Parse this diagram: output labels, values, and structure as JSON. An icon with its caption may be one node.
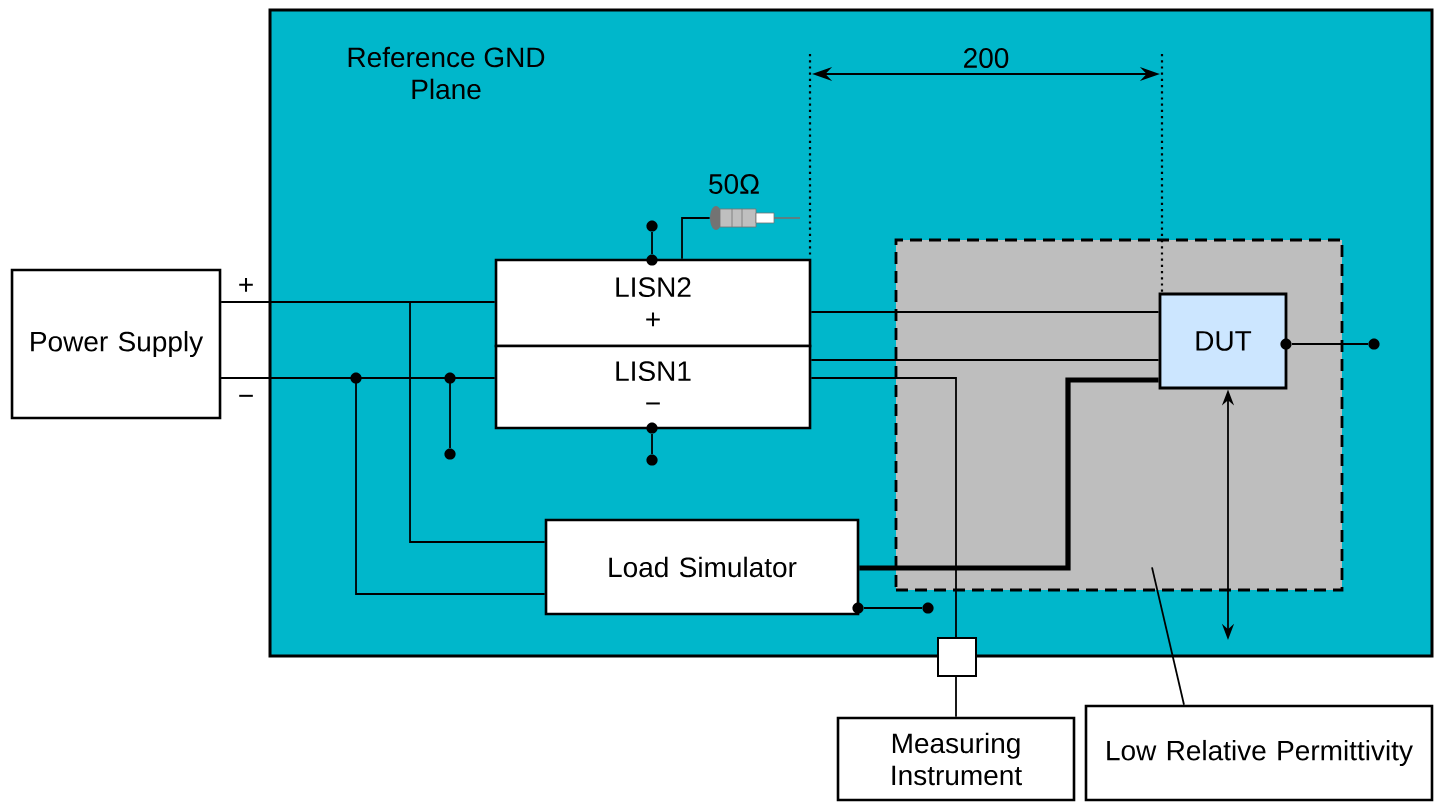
{
  "diagram": {
    "nodes": [
      {
        "text": [
          "Power Supply"
        ]
      },
      {
        "text": [
          "Reference GND Plane"
        ]
      },
      {
        "text": [],
        "shape": "picture",
        "in": 1,
        "beside": [
          "50Ω"
        ]
      },
      {
        "text": [
          "LISN2",
          "+"
        ],
        "in": 1
      },
      {
        "text": [
          "LISN1",
          "−"
        ],
        "in": 1
      },
      {
        "text": [],
        "shape": "box",
        "in": 1
      },
      {
        "text": [
          "DUT"
        ],
        "in": 5
      },
      {
        "text": [
          "Load Simulator"
        ],
        "in": 1
      },
      {
        "text": [],
        "shape": "box"
      },
      {
        "text": [
          "Measuring Instrument"
        ]
      },
      {
        "text": [
          "Low Relative Permittivity"
        ]
      },
      {
        "text": [],
        "shape": "circle",
        "in": 1
      },
      {
        "text": [],
        "shape": "circle",
        "in": 1
      },
      {
        "text": [],
        "shape": "circle",
        "in": 1
      },
      {
        "text": [],
        "shape": "circle",
        "in": 1
      },
      {
        "text": [],
        "shape": "circle",
        "in": 1
      },
      {
        "text": [],
        "shape": "circle",
        "in": 5
      },
      {
        "text": [],
        "shape": "circle",
        "in": 1
      },
      {
        "text": [],
        "shape": "circle",
        "in": 1
      },
      {
        "text": [],
        "shape": "circle",
        "in": 1
      }
    ],
    "edges": [
      {
        "from": 0,
        "to": 3,
        "arrow": "none"
      },
      {
        "from": 0,
        "to": 7,
        "arrow": "none"
      },
      {
        "from": 0,
        "to": 4,
        "arrow": "none"
      },
      {
        "from": 0,
        "to": 7,
        "arrow": "none"
      },
      {
        "from": 0,
        "to": 15,
        "arrow": "none"
      },
      {
        "from": 12,
        "to": 11,
        "arrow": "none"
      },
      {
        "from": 13,
        "to": 14,
        "arrow": "none"
      },
      {
        "from": 3,
        "to": 2,
        "arrow": "none"
      },
      {
        "from": 3,
        "to": 6,
        "arrow": "none"
      },
      {
        "from": 4,
        "to": 6,
        "arrow": "none"
      },
      {
        "from": 4,
        "to": 8,
        "arrow": "none"
      },
      {
        "from": 8,
        "to": 9,
        "arrow": "none"
      },
      {
        "from": 6,
        "to": 7,
        "arrow": "none",
        "style": "thick"
      },
      {
        "from": 6,
        "to": null,
        "arrow": "both"
      },
      {
        "from": 16,
        "to": 17,
        "arrow": "none"
      },
      {
        "from": 18,
        "to": 19,
        "arrow": "none"
      },
      {
        "from": 10,
        "to": 5,
        "arrow": "none"
      }
    ],
    "labels": [
      "+",
      "−",
      "200"
    ]
  }
}
